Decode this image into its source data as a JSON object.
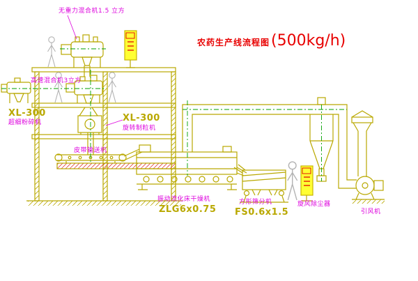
{
  "title": {
    "main": "农药生产线流程图",
    "capacity": "(500kg/h)"
  },
  "labels": {
    "gravity_mixer": "无重力混合机1.5 立方",
    "high_speed_mixer": "高速混合机3立方",
    "xl300_left": "XL-300",
    "pulverizer": "超细粉碎机",
    "xl300_right": "XL-300",
    "granulator": "旋转制粒机",
    "belt_conveyor": "皮带输送机",
    "dryer": "振动流化床干燥机",
    "dryer_model": "ZLG6x0.75",
    "sieve": "方形筛分机",
    "sieve_model": "FS0.6x1.5",
    "dust_collector": "旋风除尘器",
    "fan": "引风机"
  },
  "colors": {
    "line": "#b9a800",
    "label_magenta": "#dd00dd",
    "title_red": "#e80000",
    "centerline_green": "#00a000",
    "figure_gray": "#b3b3b3",
    "panel_yellow": "#ffff33",
    "hatch_red": "#e04040"
  }
}
